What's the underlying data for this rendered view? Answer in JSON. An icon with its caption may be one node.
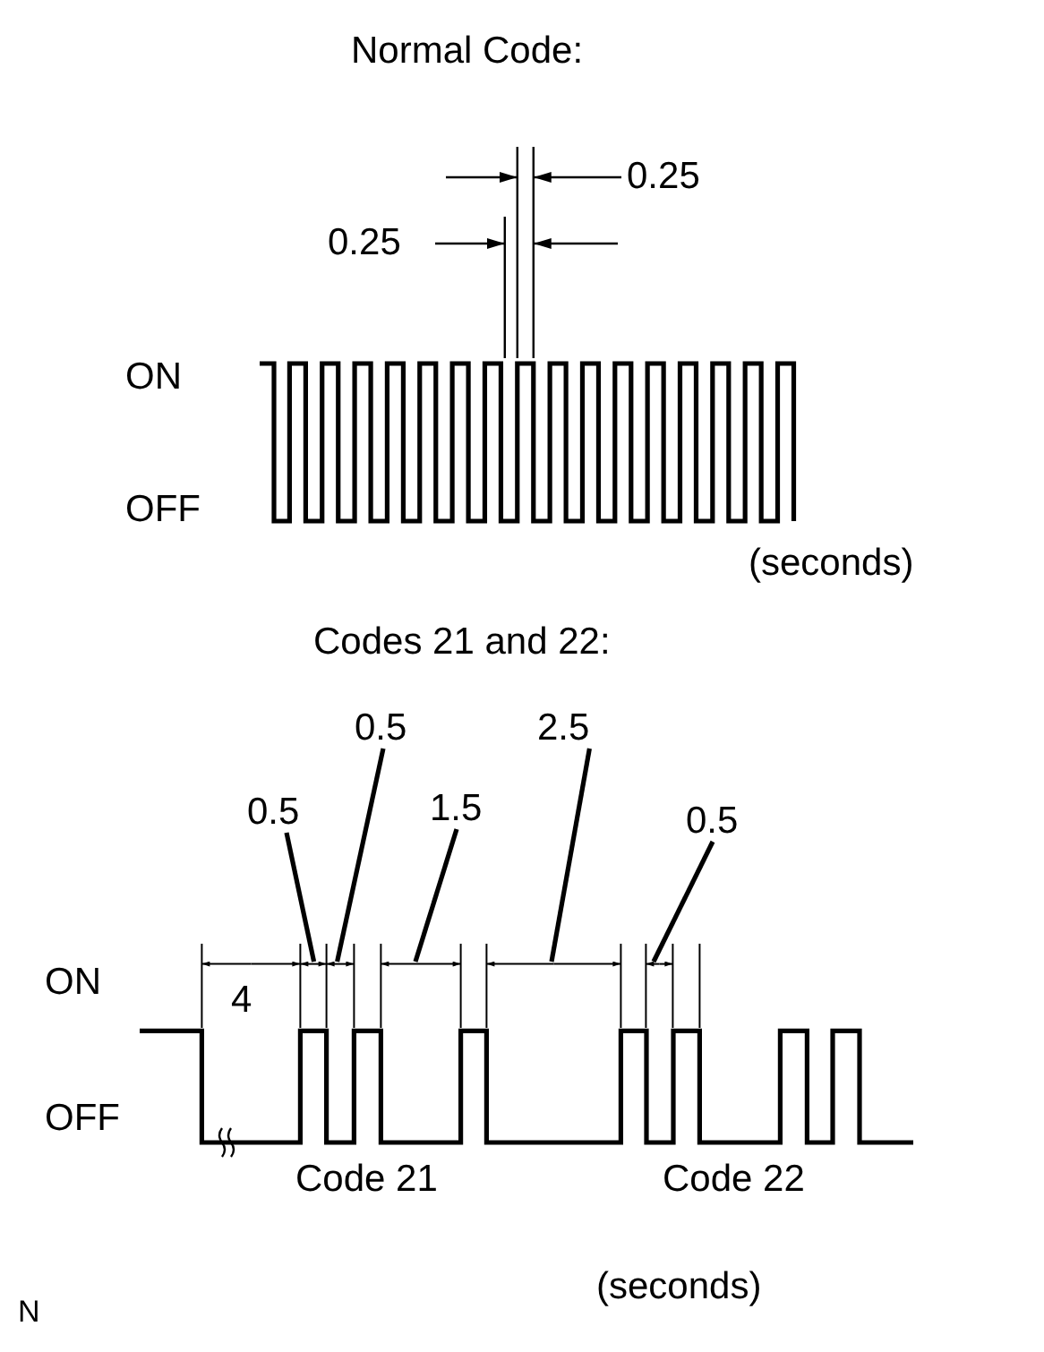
{
  "diagram": {
    "nodes": [
      {
        "text": [
          "0.5"
        ]
      },
      {
        "text": [
          "0.5"
        ]
      },
      {
        "text": [
          "1.5"
        ]
      },
      {
        "text": [
          "2.5"
        ]
      },
      {
        "text": [
          "0.5"
        ]
      }
    ],
    "edges": [
      {
        "from": 0,
        "to": null,
        "arrow": "none"
      },
      {
        "from": 1,
        "to": null,
        "arrow": "none"
      },
      {
        "from": 2,
        "to": null,
        "arrow": "none"
      },
      {
        "from": 3,
        "to": null,
        "arrow": "none"
      },
      {
        "from": 4,
        "to": null,
        "arrow": "none"
      }
    ],
    "labels": [
      "Normal Code:",
      "0.25",
      "0.25",
      "ON",
      "OFF",
      "(seconds)",
      "Codes 21 and 22:",
      "4",
      "ON",
      "OFF",
      "Code 21",
      "Code 22",
      "N",
      "(seconds)"
    ]
  }
}
